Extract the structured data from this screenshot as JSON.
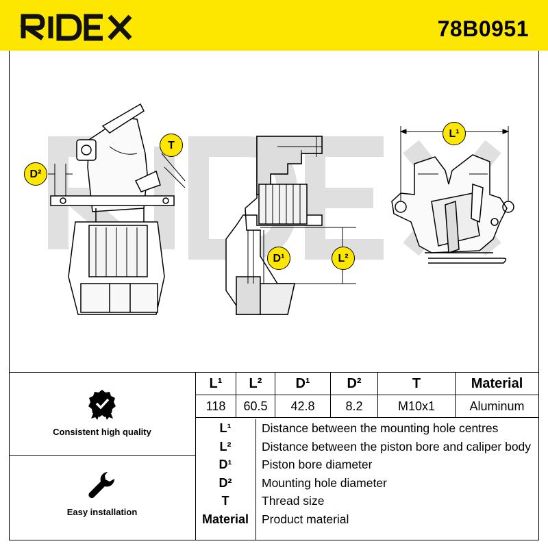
{
  "brand": {
    "logo_text": "RIDEX",
    "part_number": "78B0951",
    "accent_color": "#fde600"
  },
  "diagram": {
    "watermark_text": "RIDEX",
    "labels": {
      "D2": "D²",
      "T": "T",
      "D1": "D¹",
      "L2": "L²",
      "L1": "L¹"
    }
  },
  "features": [
    {
      "label": "Consistent high quality",
      "icon": "badge-check-icon"
    },
    {
      "label": "Easy installation",
      "icon": "wrench-icon"
    }
  ],
  "spec_table": {
    "headers": [
      "L¹",
      "L²",
      "D¹",
      "D²",
      "T",
      "Material"
    ],
    "values": [
      "118",
      "60.5",
      "42.8",
      "8.2",
      "M10x1",
      "Aluminum"
    ]
  },
  "legend": [
    {
      "key": "L¹",
      "desc": "Distance between the mounting hole centres"
    },
    {
      "key": "L²",
      "desc": "Distance between the piston bore and caliper body"
    },
    {
      "key": "D¹",
      "desc": "Piston bore diameter"
    },
    {
      "key": "D²",
      "desc": "Mounting hole diameter"
    },
    {
      "key": "T",
      "desc": "Thread size"
    },
    {
      "key": "Material",
      "desc": "Product material"
    }
  ]
}
